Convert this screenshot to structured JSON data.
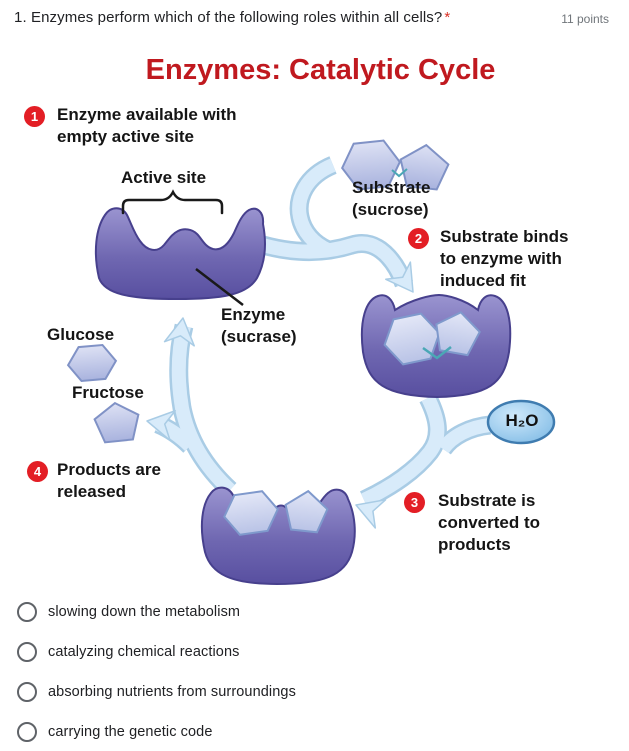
{
  "question": {
    "text": "1. Enzymes perform which of the following roles within all cells?",
    "required_marker": "*",
    "points_label": "11 points"
  },
  "diagram": {
    "title": "Enzymes: Catalytic Cycle",
    "steps": [
      {
        "number": "1",
        "label": "Enzyme available with empty active site"
      },
      {
        "number": "2",
        "label": "Substrate binds to enzyme with induced fit"
      },
      {
        "number": "3",
        "label": "Substrate is converted to products"
      },
      {
        "number": "4",
        "label": "Products are released"
      }
    ],
    "labels": {
      "active_site": "Active site",
      "substrate": "Substrate (sucrose)",
      "enzyme": "Enzyme (sucrase)",
      "glucose": "Glucose",
      "fructose": "Fructose",
      "water": "H₂O"
    },
    "colors": {
      "title_red": "#c0191f",
      "badge_red": "#e31e25",
      "enzyme_purple": "#6c64ae",
      "substrate_blue": "#b9c1e4",
      "arrow_blue": "#d8ebfa",
      "water_blue": "#8fc6ea",
      "label_text": "#151515"
    }
  },
  "options": [
    {
      "label": "slowing down the metabolism"
    },
    {
      "label": "catalyzing chemical reactions"
    },
    {
      "label": "absorbing nutrients from surroundings"
    },
    {
      "label": "carrying the genetic code"
    }
  ]
}
